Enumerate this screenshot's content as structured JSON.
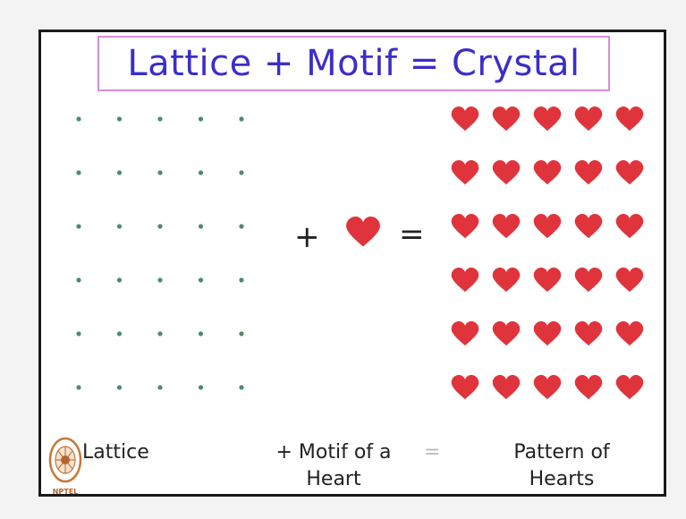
{
  "title": "Lattice + Motif = Crystal",
  "equation": {
    "plus": "+",
    "equals": "="
  },
  "captions": {
    "lattice": "Lattice",
    "motif_line1": "+ Motif of a",
    "motif_line2": "Heart",
    "equals": "=",
    "pattern_line1": "Pattern of",
    "pattern_line2": "Hearts"
  },
  "lattice_grid": {
    "rows": 6,
    "cols": 5,
    "dot_color": "#4f8a6a"
  },
  "heart_grid": {
    "rows": 6,
    "cols": 5,
    "heart_color": "#e0343c"
  },
  "logo": {
    "name": "nptel-logo-icon",
    "text": "NPTEL"
  },
  "colors": {
    "title": "#3b2ec9",
    "title_border": "#d58ed5",
    "frame_border": "#1a1a1a",
    "heart": "#e0343c",
    "dot": "#4f8a6a"
  }
}
